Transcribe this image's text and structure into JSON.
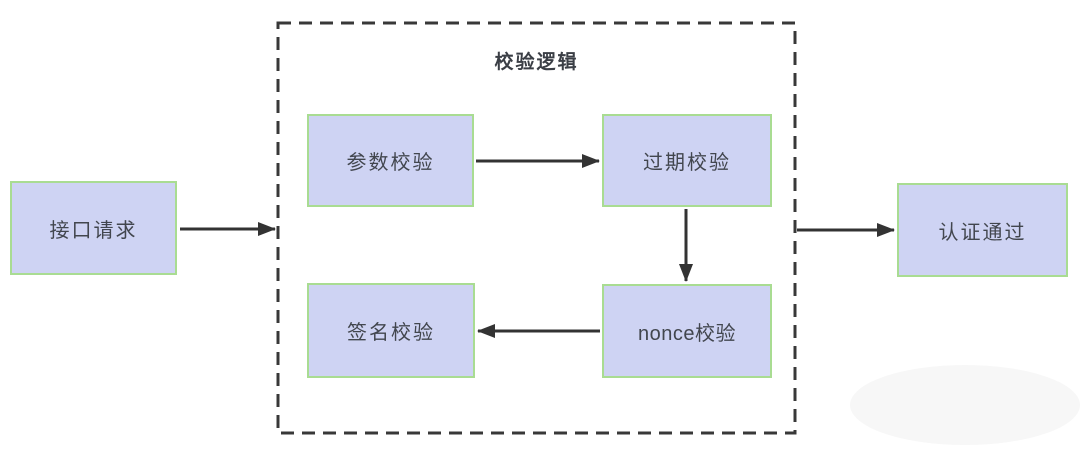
{
  "diagram": {
    "group": {
      "title": "校验逻辑"
    },
    "nodes": {
      "request": {
        "label": "接口请求"
      },
      "param": {
        "label": "参数校验"
      },
      "expire": {
        "label": "过期校验"
      },
      "nonce": {
        "label": "nonce校验"
      },
      "sign": {
        "label": "签名校验"
      },
      "pass": {
        "label": "认证通过"
      }
    },
    "edges": [
      {
        "from": "接口请求",
        "to": "校验逻辑"
      },
      {
        "from": "参数校验",
        "to": "过期校验"
      },
      {
        "from": "过期校验",
        "to": "nonce校验"
      },
      {
        "from": "nonce校验",
        "to": "签名校验"
      },
      {
        "from": "校验逻辑",
        "to": "认证通过"
      }
    ],
    "colors": {
      "node_fill": "#ced3f3",
      "node_border": "#a9dc92",
      "text": "#42464e",
      "arrow": "#333333",
      "group_border": "#383838",
      "background": "#ffffff"
    }
  }
}
